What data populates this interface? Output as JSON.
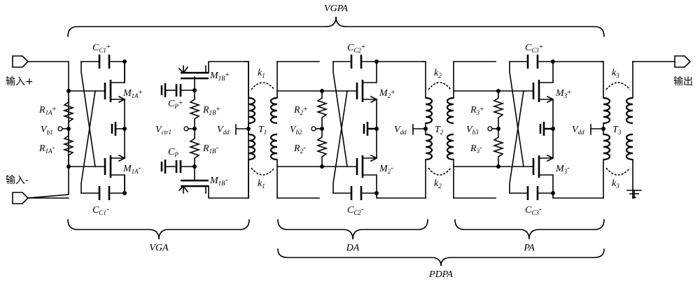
{
  "top_brace": "VGPA",
  "bottom_braces": {
    "vga": "VGA",
    "da": "DA",
    "pa": "PA",
    "pdpa": "PDPA"
  },
  "ports": {
    "in_plus": "输入+",
    "in_minus": "输入-",
    "out": "输出"
  },
  "vga": {
    "cc1_top": {
      "base": "C",
      "sub": "C1",
      "sup": "+"
    },
    "cc1_bot": {
      "base": "C",
      "sub": "C1",
      "sup": "-"
    },
    "r1a_plus": {
      "base": "R",
      "sub": "1A",
      "sup": "+"
    },
    "r1a_minus": {
      "base": "R",
      "sub": "1A",
      "sup": "-"
    },
    "vb1": {
      "base": "V",
      "sub": "b1",
      "sup": ""
    },
    "m1a_plus": {
      "base": "M",
      "sub": "1A",
      "sup": "+"
    },
    "m1a_minus": {
      "base": "M",
      "sub": "1A",
      "sup": "-"
    },
    "cp_plus": {
      "base": "C",
      "sub": "P",
      "sup": "+"
    },
    "cp_minus": {
      "base": "C",
      "sub": "P",
      "sup": ""
    },
    "vctr1": {
      "base": "V",
      "sub": "ctr1",
      "sup": ""
    },
    "r1b_plus": {
      "base": "R",
      "sub": "1B",
      "sup": "+"
    },
    "r1b_minus": {
      "base": "R",
      "sub": "1B",
      "sup": "-"
    },
    "m1b_plus": {
      "base": "M",
      "sub": "1B",
      "sup": "+"
    },
    "m1b_minus": {
      "base": "M",
      "sub": "1B",
      "sup": "-"
    }
  },
  "da": {
    "cc2_top": {
      "base": "C",
      "sub": "C2",
      "sup": "+"
    },
    "cc2_bot": {
      "base": "C",
      "sub": "C2",
      "sup": "-"
    },
    "r2_plus": {
      "base": "R",
      "sub": "2",
      "sup": "+"
    },
    "r2_minus": {
      "base": "R",
      "sub": "2",
      "sup": "-"
    },
    "vb2": {
      "base": "V",
      "sub": "b2",
      "sup": ""
    },
    "m2_plus": {
      "base": "M",
      "sub": "2",
      "sup": "+"
    },
    "m2_minus": {
      "base": "M",
      "sub": "2",
      "sup": "-"
    }
  },
  "pa": {
    "cc3_top": {
      "base": "C",
      "sub": "C3",
      "sup": "+"
    },
    "cc3_bot": {
      "base": "C",
      "sub": "C3",
      "sup": "-"
    },
    "r3_plus": {
      "base": "R",
      "sub": "3",
      "sup": "+"
    },
    "r3_minus": {
      "base": "R",
      "sub": "3",
      "sup": "-"
    },
    "vb3": {
      "base": "V",
      "sub": "b3",
      "sup": ""
    },
    "m3_plus": {
      "base": "M",
      "sub": "3",
      "sup": "+"
    },
    "m3_minus": {
      "base": "M",
      "sub": "3",
      "sup": "-"
    }
  },
  "transformers": {
    "t1": {
      "base": "T",
      "sub": "1",
      "sup": ""
    },
    "t2": {
      "base": "T",
      "sub": "2",
      "sup": ""
    },
    "t3": {
      "base": "T",
      "sub": "3",
      "sup": ""
    },
    "k1": {
      "base": "k",
      "sub": "1",
      "sup": ""
    },
    "k2": {
      "base": "k",
      "sub": "2",
      "sup": ""
    },
    "k3": {
      "base": "k",
      "sub": "3",
      "sup": ""
    },
    "vdd": {
      "base": "V",
      "sub": "dd",
      "sup": ""
    }
  }
}
